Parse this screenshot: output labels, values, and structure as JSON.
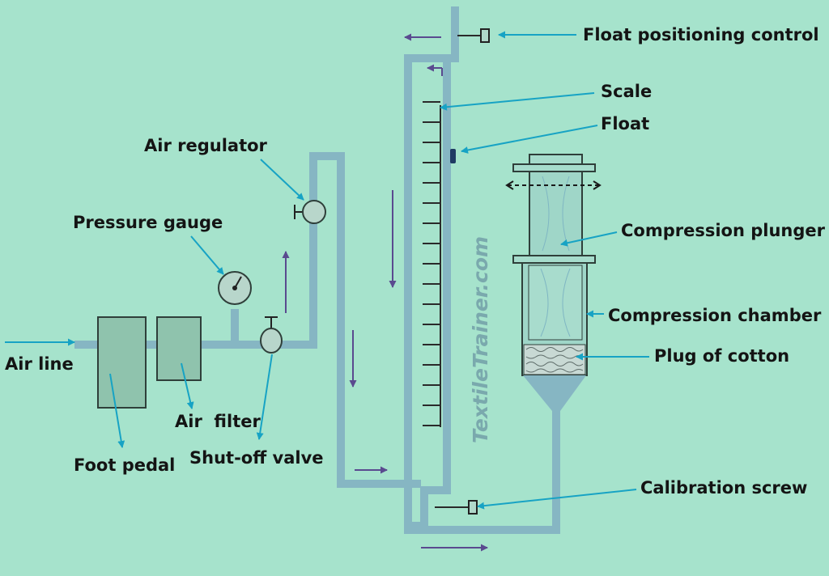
{
  "labels": {
    "float_positioning_control": "Float positioning control",
    "scale": "Scale",
    "float": "Float",
    "air_regulator": "Air regulator",
    "pressure_gauge": "Pressure gauge",
    "compression_plunger": "Compression plunger",
    "compression_chamber": "Compression chamber",
    "air_line": "Air line",
    "plug_of_cotton": "Plug of cotton",
    "air_filter": "Air  filter",
    "shut_off_valve": "Shut-off valve",
    "foot_pedal": "Foot pedal",
    "calibration_screw": "Calibration screw"
  },
  "watermark": "TextileTrainer.com",
  "colors": {
    "background": "#a6e3cc",
    "pipe": "#86b6c3",
    "callout": "#17a3c4",
    "flow_arrow": "#5a4a8f",
    "float": "#1f3b63"
  }
}
